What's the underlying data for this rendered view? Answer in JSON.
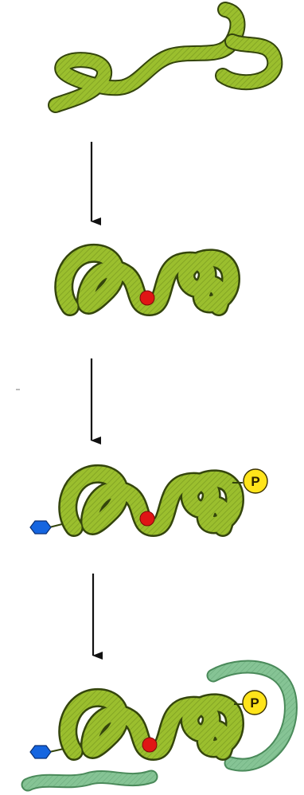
{
  "diagram": {
    "stages": [
      {
        "id": "unfolded-chain"
      },
      {
        "id": "folded-protein",
        "cofactor": true
      },
      {
        "id": "modified-protein",
        "cofactor": true,
        "phosphate": true,
        "sugar": true
      },
      {
        "id": "complexed-protein",
        "cofactor": true,
        "phosphate": true,
        "sugar": true,
        "partner_chains": 2
      }
    ],
    "phosphate_label": "P",
    "colors": {
      "chain_fill": "#9bbf2e",
      "chain_outline": "#34450c",
      "cofactor": "#e01515",
      "phosphate": "#ffe41a",
      "sugar": "#1565e0",
      "partner_chain": "#7fbf8f",
      "arrow": "#111111"
    }
  }
}
